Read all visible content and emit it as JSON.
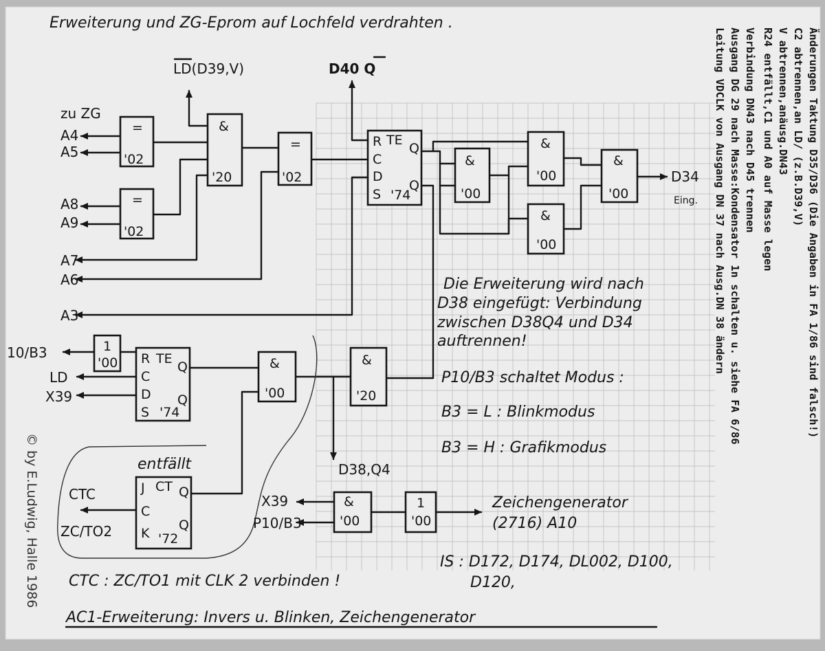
{
  "header": "Erweiterung und ZG-Eprom auf Lochfeld verdrahten .",
  "outputs": {
    "ld_d39": "LD(D39,V)",
    "d40_q": "D40 Q",
    "d34": "D34",
    "eing": "Eing.",
    "d38_q4": "D38,Q4",
    "zeichengen": "Zeichengenerator",
    "zeichengen2": "(2716) A10"
  },
  "inputs": {
    "zu_zg": "zu ZG",
    "a4": "A4",
    "a5": "A5",
    "a8": "A8",
    "a9": "A9",
    "a7": "A7",
    "a6": "A6",
    "a3": "A3",
    "p10b3": "10/B3",
    "ld": "LD",
    "x39": "X39",
    "ctc": "CTC",
    "zc_to2": "ZC/TO2",
    "x39b": "X39",
    "p10b3b": "P10/B3"
  },
  "gates": {
    "eq_sym": "=",
    "and_sym": "&",
    "not_sym": "1",
    "t02": "'02",
    "t20": "'20",
    "t00": "'00",
    "t74": "'74",
    "t72": "'72",
    "pin_r": "R",
    "pin_c": "C",
    "pin_d": "D",
    "pin_s": "S",
    "pin_te": "TE",
    "pin_q": "Q",
    "pin_qb": "Q",
    "pin_j": "J",
    "pin_k": "K",
    "pin_ct": "CT"
  },
  "notes": {
    "erweiterung": [
      "Die Erweiterung wird nach",
      "D38 eingefügt: Verbindung",
      "zwischen D38Q4 und D34",
      "auftrennen!"
    ],
    "modus_title": "P10/B3 schaltet Modus :",
    "modus_l": "B3 = L : Blinkmodus",
    "modus_h": "B3 = H : Grafikmodus",
    "entfaellt": "entfällt",
    "ic_list1": "IS : D172, D174, DL002, D100,",
    "ic_list2": "D120,",
    "ctc_note": "CTC : ZC/TO1 mit CLK 2 verbinden !",
    "title": "AC1-Erweiterung: Invers u. Blinken, Zeichengenerator",
    "copyright": "© by E.Ludwig, Halle 1986"
  },
  "side_text": [
    "Änderungen Taktung D35/D36 (Die Angaben in FA 1/86 sind falsch!)",
    "C2 abtrennen,an LD/ (z.B.D39,V)",
    "V abtrennen,anäusg.DN43",
    "R24 entfällt,C1 und A0 auf Masse legen",
    "Verbindung DN43 nach D45 trennen",
    "Ausgang DG 29 nach Masse:Kondensator 1n schalten u. siehe FA 6/86",
    "Leitung VDCLK von Ausgang DN 37 nach Ausg.DN 38 ändern"
  ]
}
